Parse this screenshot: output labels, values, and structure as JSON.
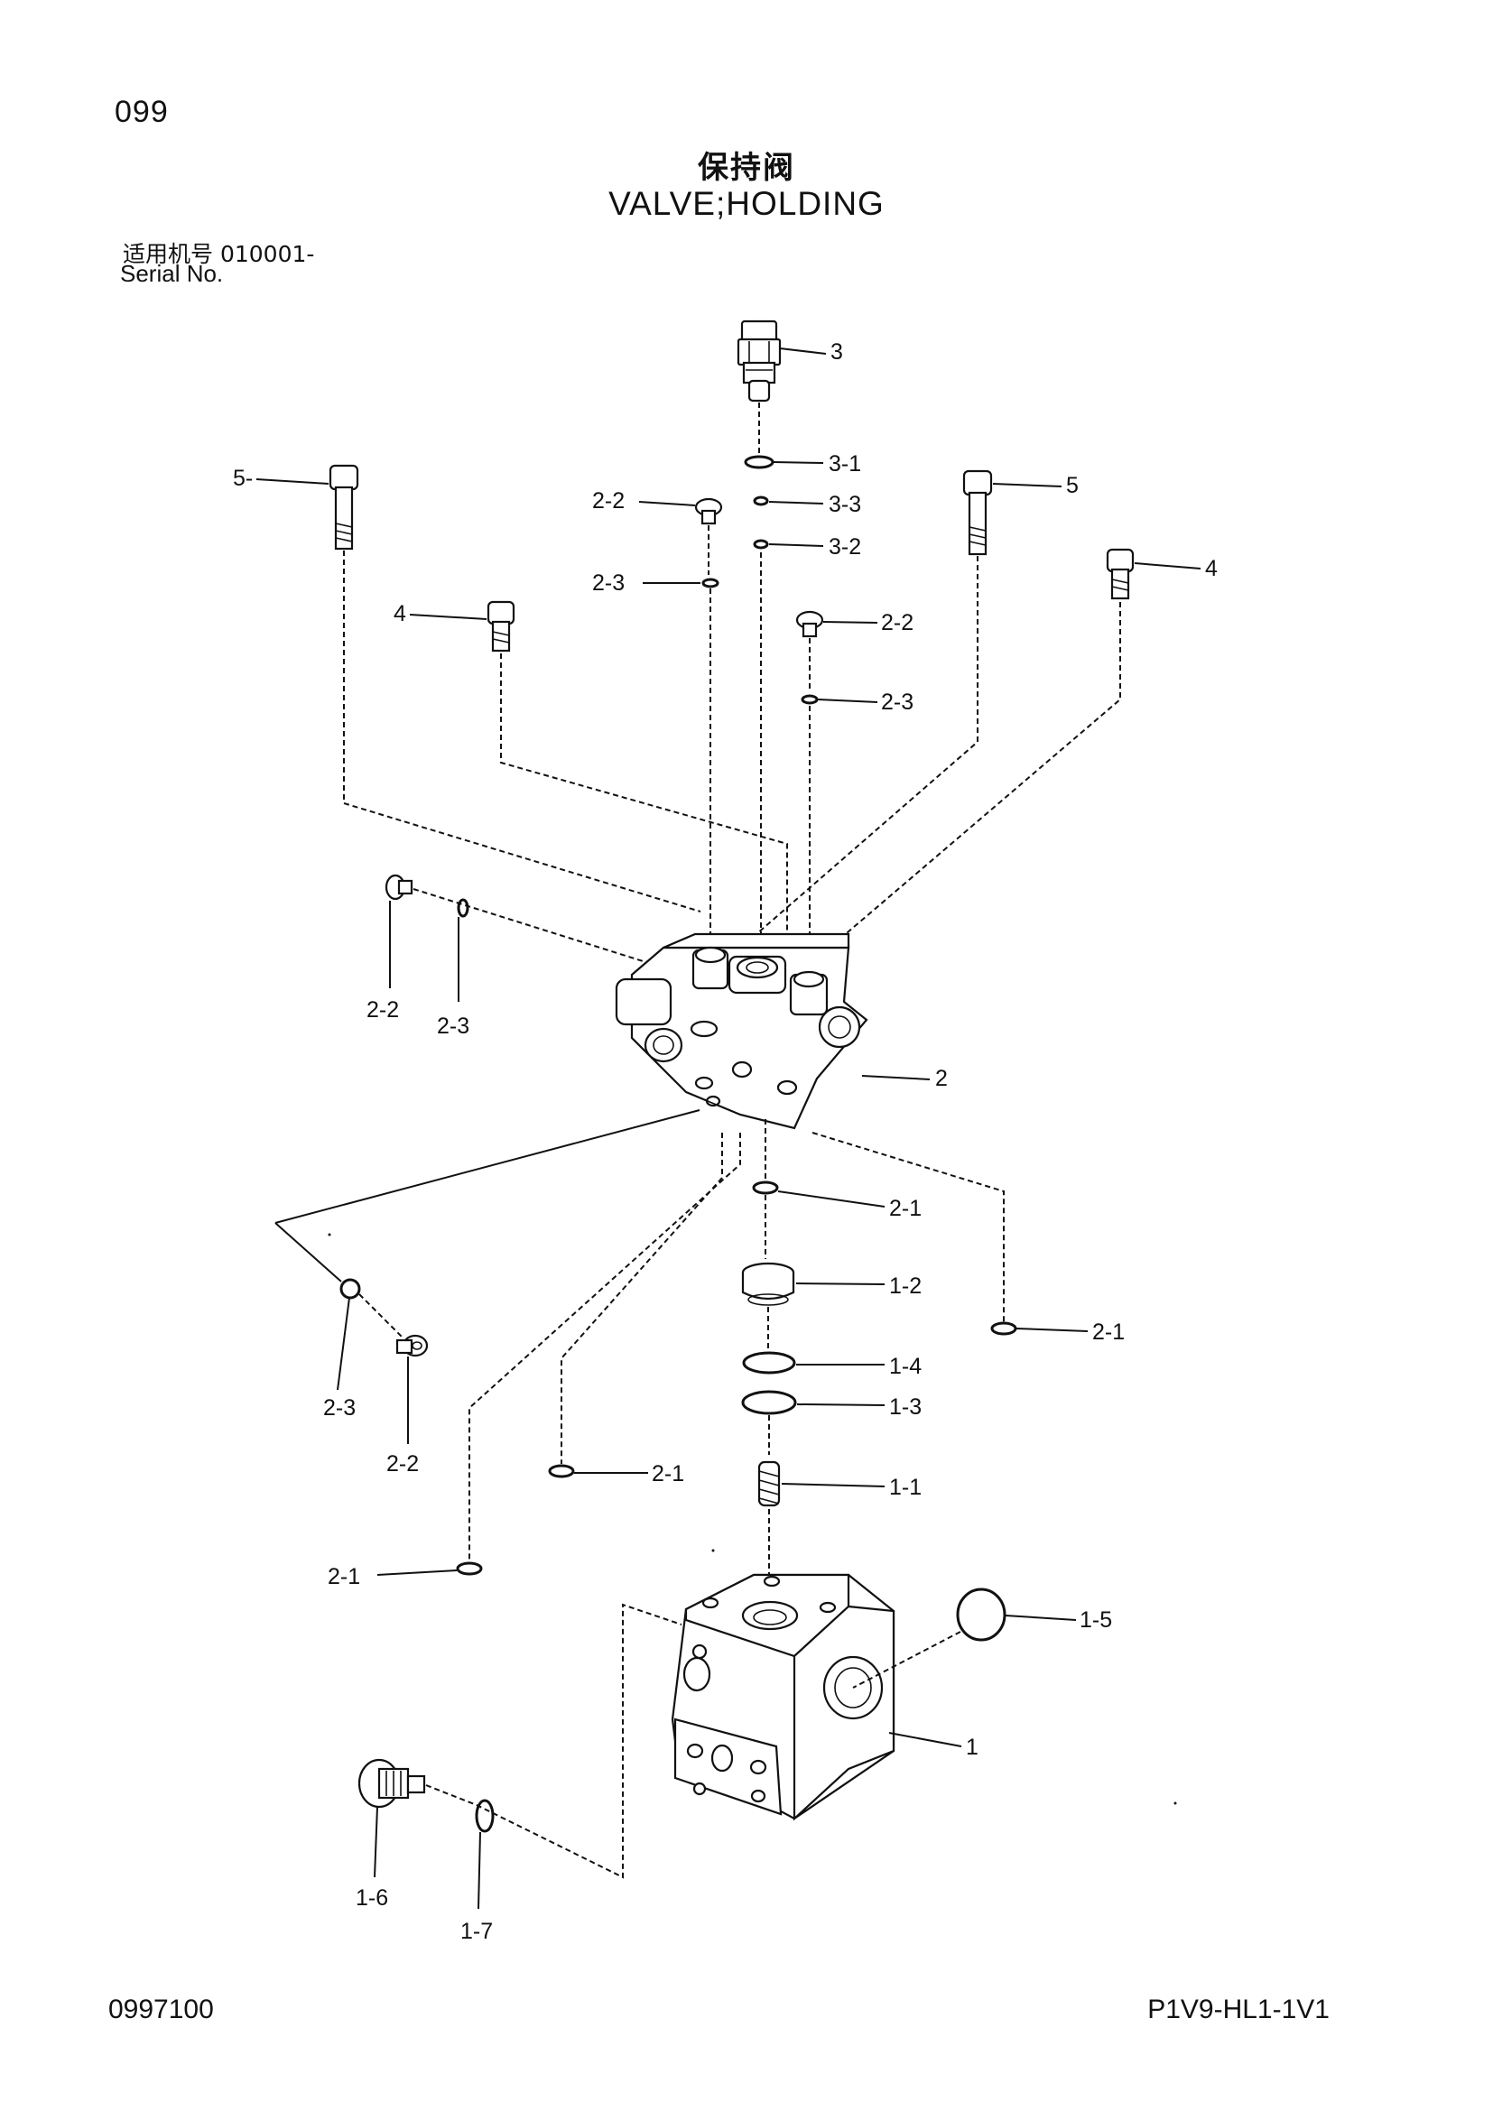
{
  "header": {
    "page_number": "099",
    "title_cn": "保持阀",
    "title_en": "VALVE;HOLDING",
    "serial_cn": "适用机号 010001-",
    "serial_en": "Serial No."
  },
  "footer": {
    "left_code": "0997100",
    "right_code": "P1V9-HL1-1V1"
  },
  "callouts": {
    "c3": "3",
    "c3_1": "3-1",
    "c3_3": "3-3",
    "c3_2": "3-2",
    "c5_left": "5-",
    "c5_right": "5",
    "c2_2_top": "2-2",
    "c2_3_top": "2-3",
    "c4_left": "4",
    "c4_right": "4",
    "c2_2_mid": "2-2",
    "c2_3_mid": "2-3",
    "c2_2_side": "2-2",
    "c2_3_side": "2-3",
    "c2": "2",
    "c2_1_a": "2-1",
    "c2_1_b": "2-1",
    "c2_1_c": "2-1",
    "c2_1_d": "2-1",
    "c1_2": "1-2",
    "c1_4": "1-4",
    "c1_3": "1-3",
    "c1_1": "1-1",
    "c2_3_low": "2-3",
    "c2_2_low": "2-2",
    "c1_5": "1-5",
    "c1": "1",
    "c1_6": "1-6",
    "c1_7": "1-7"
  }
}
